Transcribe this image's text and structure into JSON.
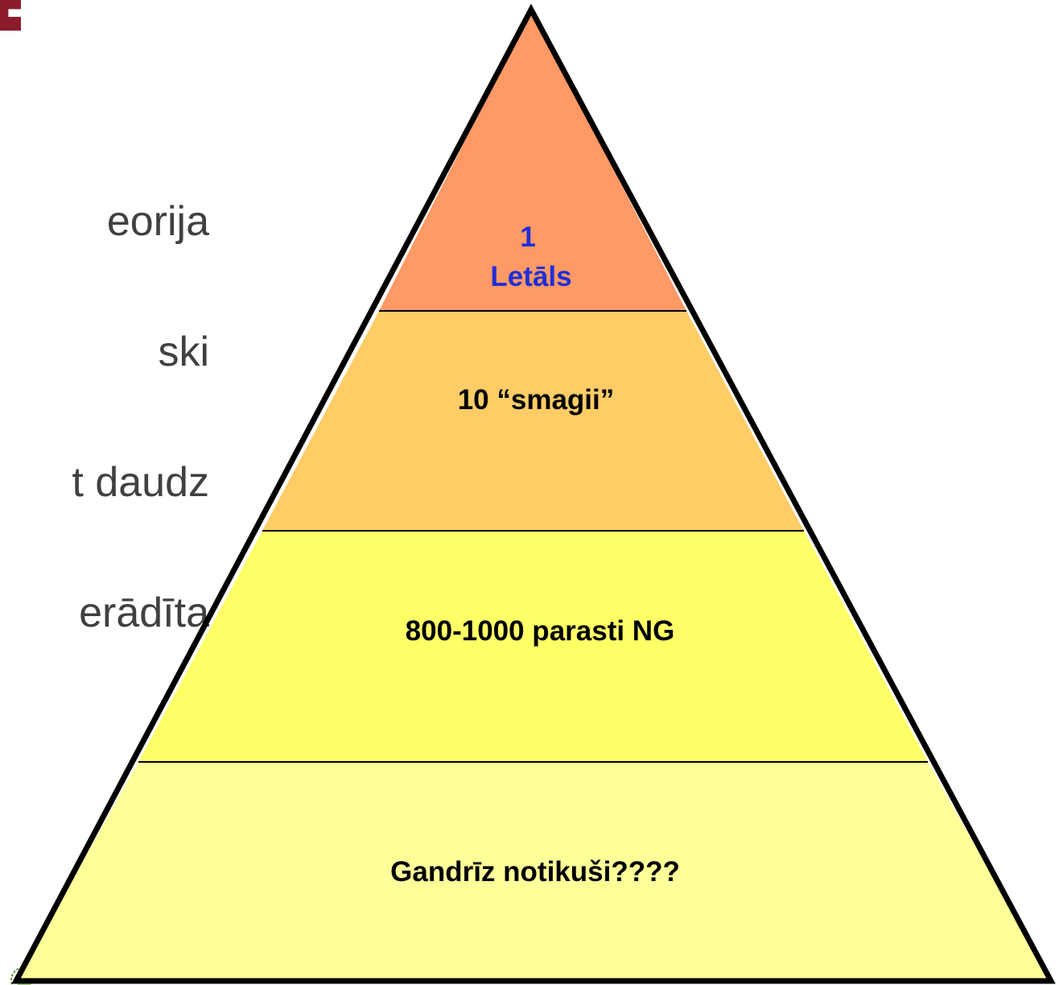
{
  "left_text": {
    "lines": [
      "eorija",
      "ski",
      "t daudz",
      "erādīta"
    ]
  },
  "pyramid": {
    "tiers": [
      {
        "lines": [
          "1",
          "Letāls"
        ],
        "color": "#ff9966",
        "text_color": "#1f2fd6"
      },
      {
        "lines": [
          "10 “smagii”"
        ],
        "color": "#ffcc66",
        "text_color": "#000000"
      },
      {
        "lines": [
          "800-1000 parasti NG"
        ],
        "color": "#ffff66",
        "text_color": "#000000"
      },
      {
        "lines": [
          "Gandrīz notikuši????"
        ],
        "color": "#ffff99",
        "text_color": "#000000"
      }
    ]
  },
  "colors": {
    "corner_mark": "#8c1c2c",
    "outline": "#000000"
  }
}
